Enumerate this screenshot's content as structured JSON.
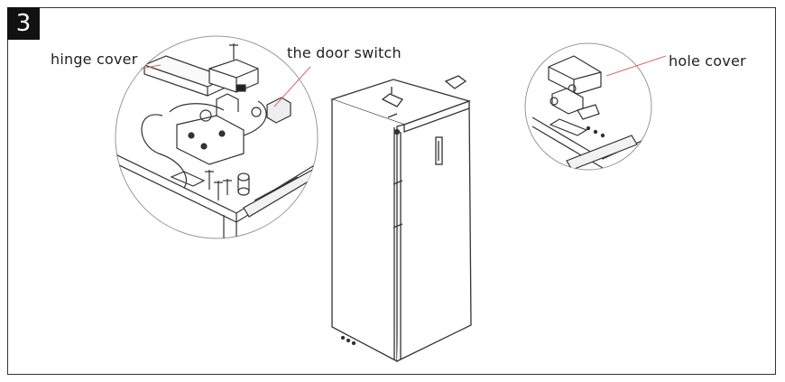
{
  "step": {
    "number": "3"
  },
  "labels": {
    "hinge_cover": "hinge cover",
    "door_switch": "the door switch",
    "hole_cover": "hole cover"
  },
  "colors": {
    "line": "#333333",
    "leader": "#d96b6b",
    "badge": "#111111"
  }
}
